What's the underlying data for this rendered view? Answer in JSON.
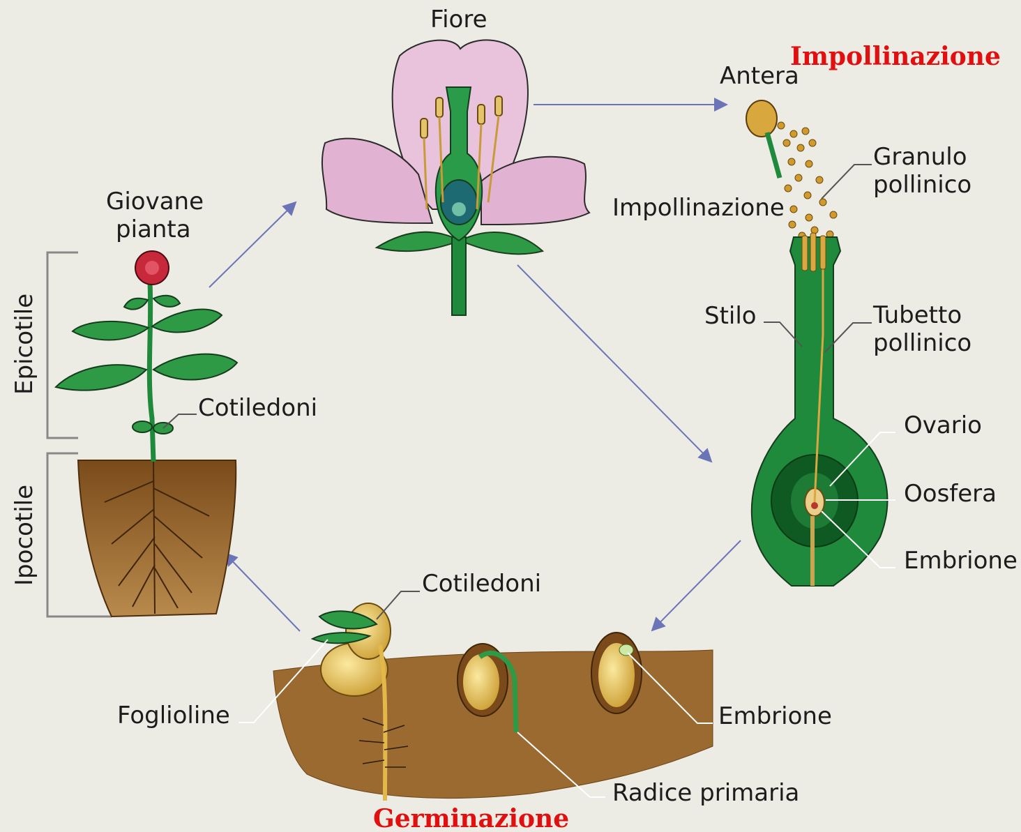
{
  "titles": {
    "pollination": "Impollinazione",
    "germination": "Germinazione"
  },
  "flower": {
    "label": "Fiore"
  },
  "pollination_detail": {
    "anther": "Antera",
    "pollen_grain_line1": "Granulo",
    "pollen_grain_line2": "pollinico",
    "pollination": "Impollinazione",
    "style": "Stilo",
    "pollen_tube_line1": "Tubetto",
    "pollen_tube_line2": "pollinico",
    "ovary": "Ovario",
    "egg_cell": "Oosfera",
    "embryo": "Embrione"
  },
  "young_plant": {
    "title_line1": "Giovane",
    "title_line2": "pianta",
    "epicotyl": "Epicotile",
    "hypocotyl": "Ipocotile",
    "cotyledons": "Cotiledoni"
  },
  "germination_detail": {
    "cotyledons": "Cotiledoni",
    "leaflets": "Foglioline",
    "embryo": "Embrione",
    "primary_root": "Radice primaria"
  },
  "colors": {
    "background": "#ecebe4",
    "petal": "#e9c2dc",
    "stem": "#1f8a3c",
    "soil": "#9b6a30",
    "seed": "#e2c25a",
    "arrow": "#6c74b8",
    "title_red": "#e01010"
  }
}
